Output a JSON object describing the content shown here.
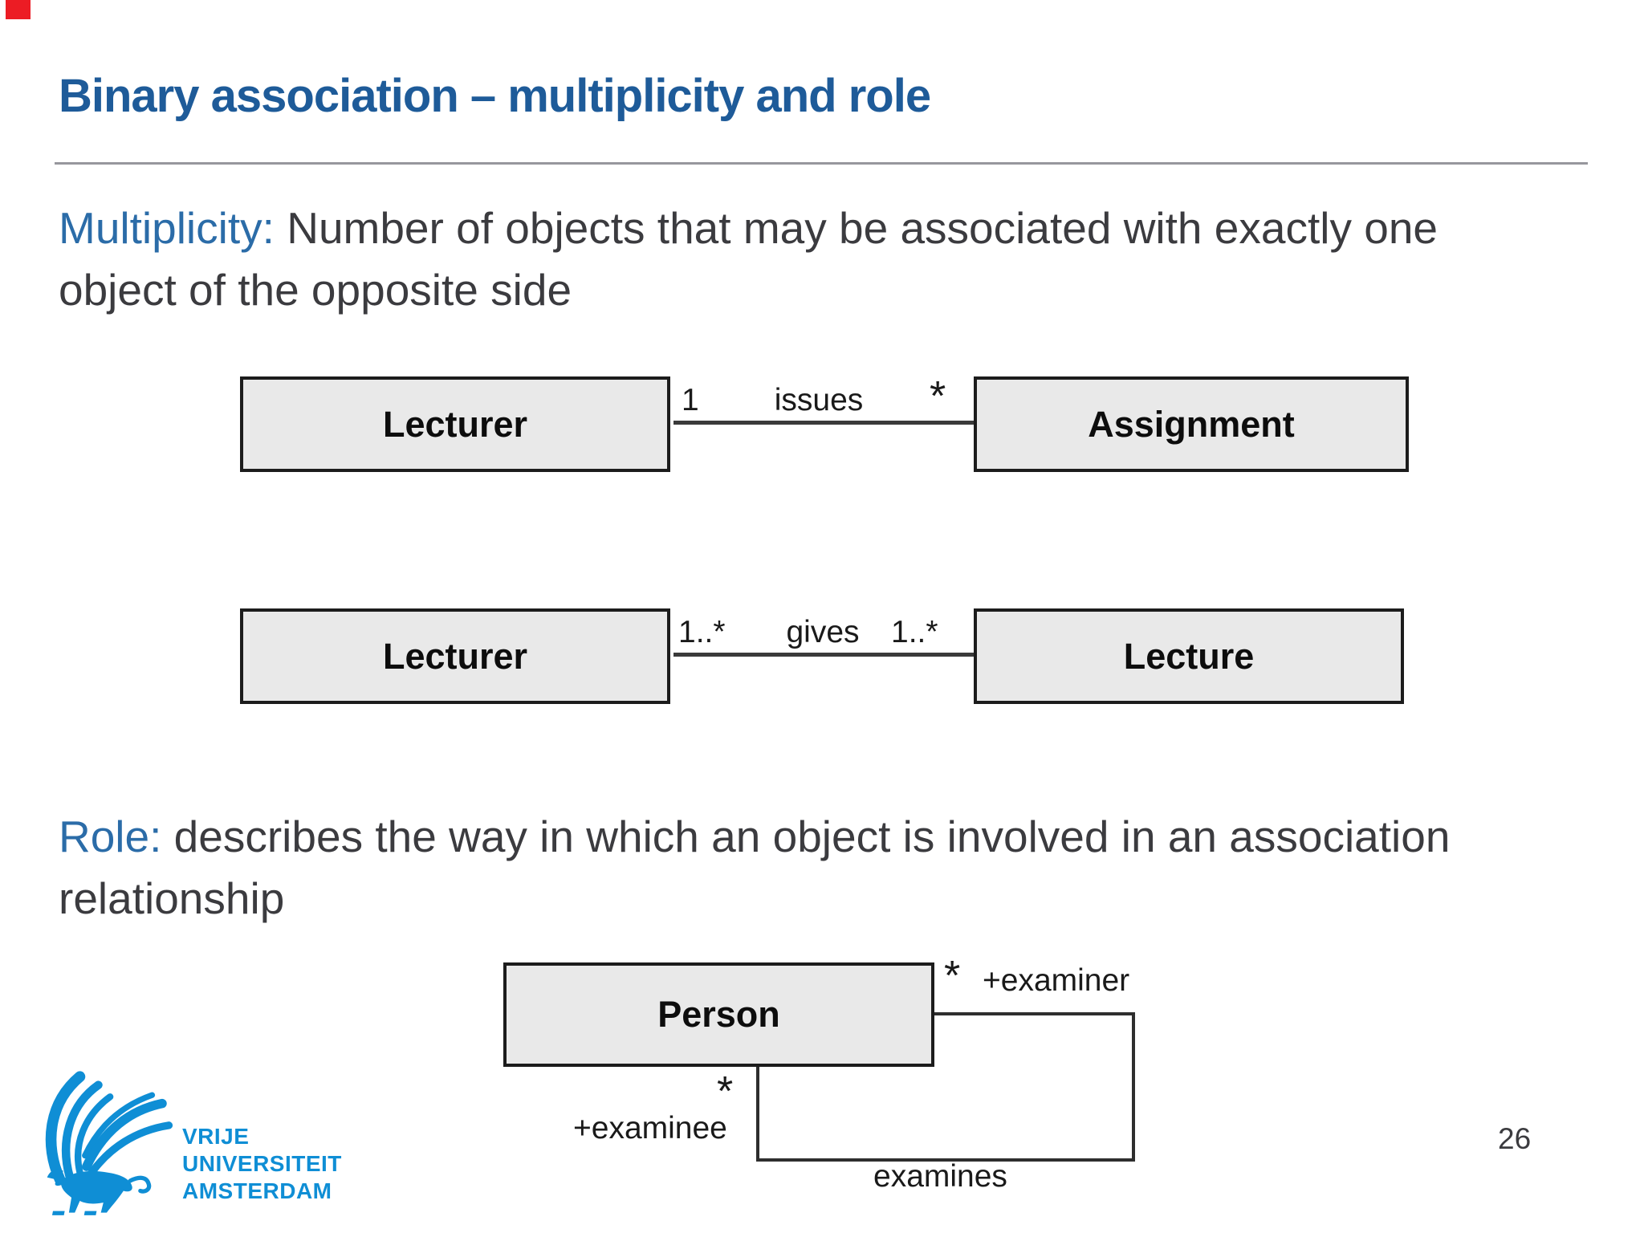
{
  "slide": {
    "title": "Binary association – multiplicity and role",
    "page_number": "26",
    "paragraphs": [
      {
        "lead": "Multiplicity:",
        "text": " Number of objects that may be associated with exactly one object of the opposite side"
      },
      {
        "lead": "Role:",
        "text": " describes the way in which an object is involved in an association relationship"
      }
    ],
    "associations": [
      {
        "left": {
          "name": "Lecturer",
          "mult": "1"
        },
        "label": "issues",
        "right": {
          "name": "Assignment",
          "mult": "*"
        }
      },
      {
        "left": {
          "name": "Lecturer",
          "mult": "1..*"
        },
        "label": "gives",
        "right": {
          "name": "Lecture",
          "mult": "1..*"
        }
      }
    ],
    "self_association": {
      "class_name": "Person",
      "roles": [
        {
          "mult": "*",
          "name": "+examiner"
        },
        {
          "mult": "*",
          "name": "+examinee"
        }
      ],
      "label": "examines"
    },
    "logo": {
      "lines": [
        "VRIJE",
        "UNIVERSITEIT",
        "AMSTERDAM"
      ]
    },
    "colors": {
      "title_blue": "#1e5b99",
      "accent_blue": "#2b6ca8",
      "body_text": "#3b3b3f",
      "logo_blue": "#0f8ed5",
      "box_fill": "#e9e9e9",
      "box_border": "#1c1c1c",
      "rule_gray": "#97979d",
      "corner_red": "#ec1c24"
    }
  }
}
